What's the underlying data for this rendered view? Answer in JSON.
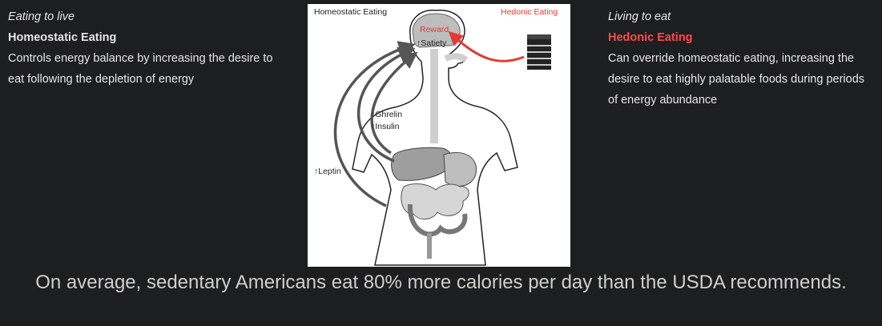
{
  "left_panel": {
    "tagline": "Eating to live",
    "heading": "Homeostatic Eating",
    "body": "Controls energy balance by increasing the desire to eat following the depletion of energy"
  },
  "right_panel": {
    "tagline": "Living to eat",
    "heading": "Hedonic Eating",
    "body": "Can override homeostatic eating, increasing the desire to eat highly palatable foods during periods of energy abundance"
  },
  "figure": {
    "homeostatic_label": "Homeostatic Eating",
    "hedonic_label": "Hedonic Eating",
    "reward_label": "Reward",
    "satiety_label": "↑Satiety",
    "ghrelin_label": "↑Ghrelin",
    "insulin_label": "↑Insulin",
    "leptin_label": "↑Leptin"
  },
  "caption": "On average, sedentary Americans eat 80% more calories per day than the USDA recommends.",
  "colors": {
    "hedonic_accent": "#ff4a4a",
    "background": "#1d1e20"
  }
}
